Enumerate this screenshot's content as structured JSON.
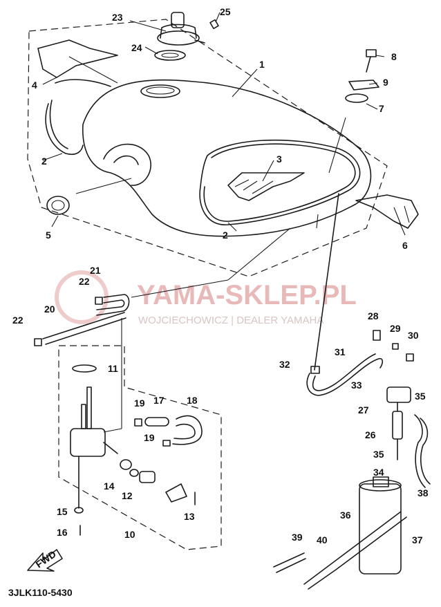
{
  "diagram": {
    "part_code": "3JLK110-5430",
    "watermark_title": "YAMA-SKLEP.PL",
    "watermark_subtitle": "WOJCIECHOWICZ | DEALER YAMAHA",
    "fwd_label": "FWD",
    "callouts": [
      "1",
      "2",
      "2",
      "3",
      "4",
      "5",
      "6",
      "7",
      "8",
      "9",
      "10",
      "11",
      "12",
      "13",
      "14",
      "15",
      "16",
      "17",
      "18",
      "19",
      "19",
      "20",
      "21",
      "22",
      "22",
      "23",
      "24",
      "25",
      "26",
      "27",
      "28",
      "29",
      "30",
      "31",
      "32",
      "33",
      "34",
      "35",
      "35",
      "36",
      "37",
      "38",
      "39",
      "40"
    ]
  }
}
